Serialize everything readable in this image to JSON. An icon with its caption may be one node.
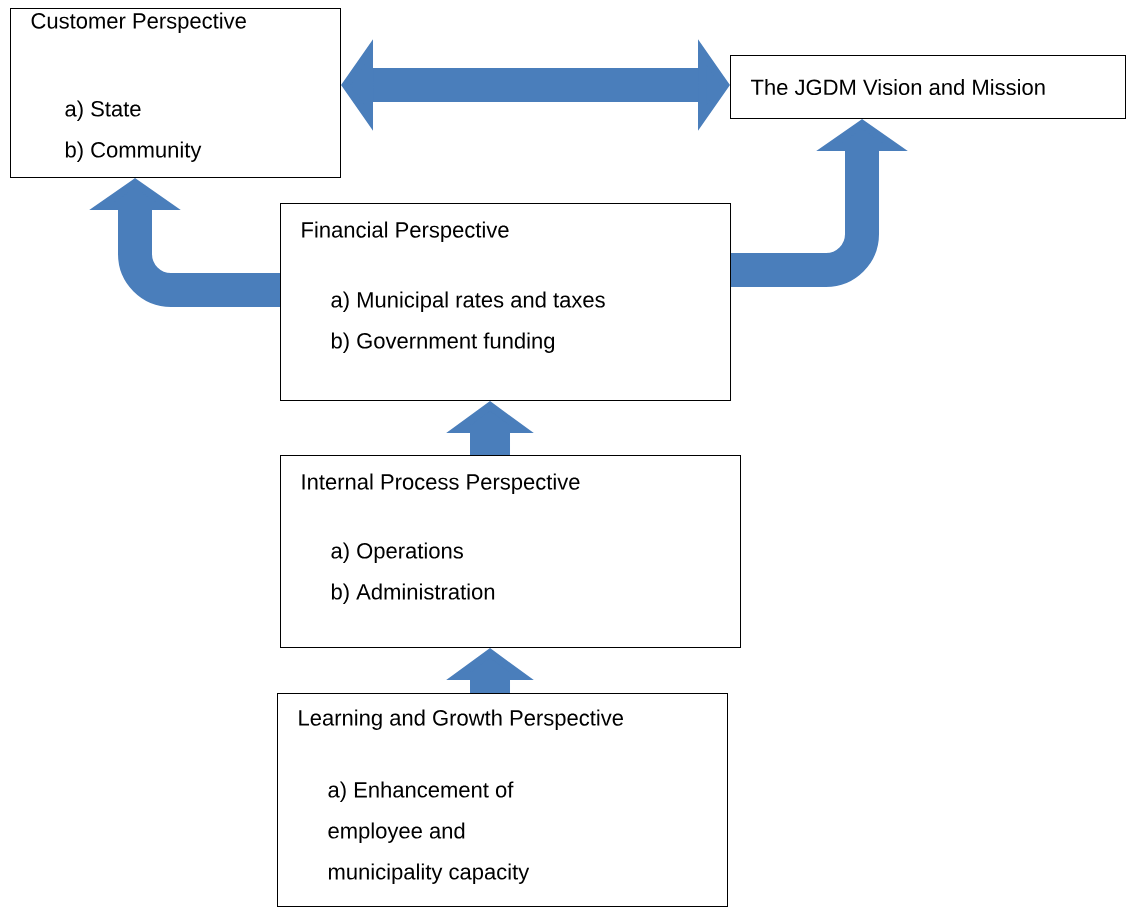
{
  "diagram": {
    "nodes": [
      {
        "text": [
          "Customer Perspective",
          "a) State",
          "b) Community"
        ]
      },
      {
        "text": [
          "The JGDM Vision and Mission"
        ]
      },
      {
        "text": [
          "Financial Perspective",
          "a) Municipal rates and taxes",
          "b) Government funding"
        ]
      },
      {
        "text": [
          "Internal Process Perspective",
          "a) Operations",
          "b) Administration"
        ]
      },
      {
        "text": [
          "Learning and Growth Perspective",
          "a) Enhancement of employee and municipality capacity"
        ]
      }
    ],
    "edges": [
      {
        "from": 0,
        "to": 1,
        "arrow": "both"
      },
      {
        "from": 2,
        "to": 0,
        "arrow": "to"
      },
      {
        "from": 2,
        "to": 1,
        "arrow": "to"
      },
      {
        "from": 3,
        "to": 2,
        "arrow": "to"
      },
      {
        "from": 4,
        "to": 3,
        "arrow": "to"
      }
    ]
  }
}
